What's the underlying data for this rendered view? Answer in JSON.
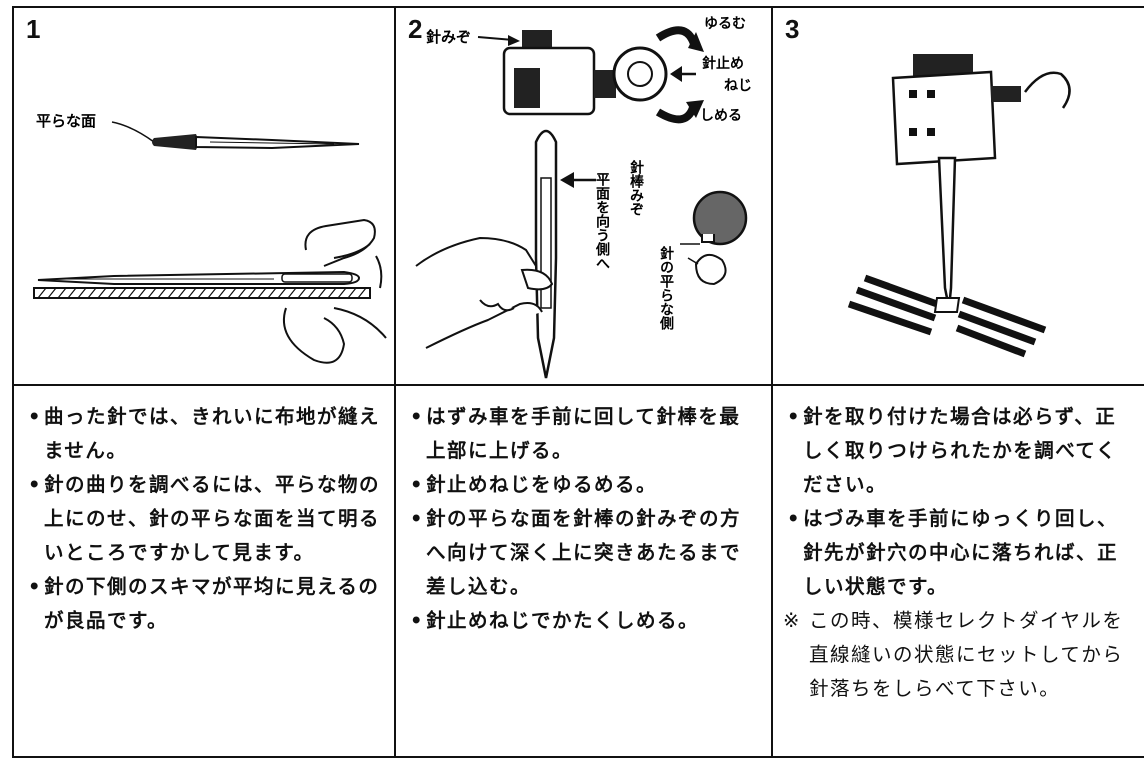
{
  "panel1": {
    "number": "1",
    "label_flat": "平らな面",
    "bullets": [
      "曲った針では、きれいに布地が縫えません。",
      "針の曲りを調べるには、平らな物の上にのせ、針の平らな面を当て明るいところですかして見ます。",
      "針の下側のスキマが平均に見えるのが良品です。"
    ]
  },
  "panel2": {
    "number": "2",
    "label_groove": "針みぞ",
    "label_loosen": "ゆるむ",
    "label_screw_1": "針止め",
    "label_screw_2": "ねじ",
    "label_tighten": "しめる",
    "label_flat_side_vertical": "平面を向う側へ",
    "label_bar_groove_vertical": "針棒みぞ",
    "label_needle_flat_vertical": "針の平らな側",
    "bullets": [
      "はずみ車を手前に回して針棒を最上部に上げる。",
      "針止めねじをゆるめる。",
      "針の平らな面を針棒の針みぞの方へ向けて深く上に突きあたるまで差し込む。",
      "針止めねじでかたくしめる。"
    ]
  },
  "panel3": {
    "number": "3",
    "bullets": [
      "針を取り付けた場合は必らず、正しく取りつけられたかを調べてください。",
      "はづみ車を手前にゆっくり回し、針先が針穴の中心に落ちれば、正しい状態です。"
    ],
    "note_mark": "※",
    "note": "この時、模様セレクトダイヤルを直線縫いの状態にセットしてから針落ちをしらべて下さい。"
  }
}
